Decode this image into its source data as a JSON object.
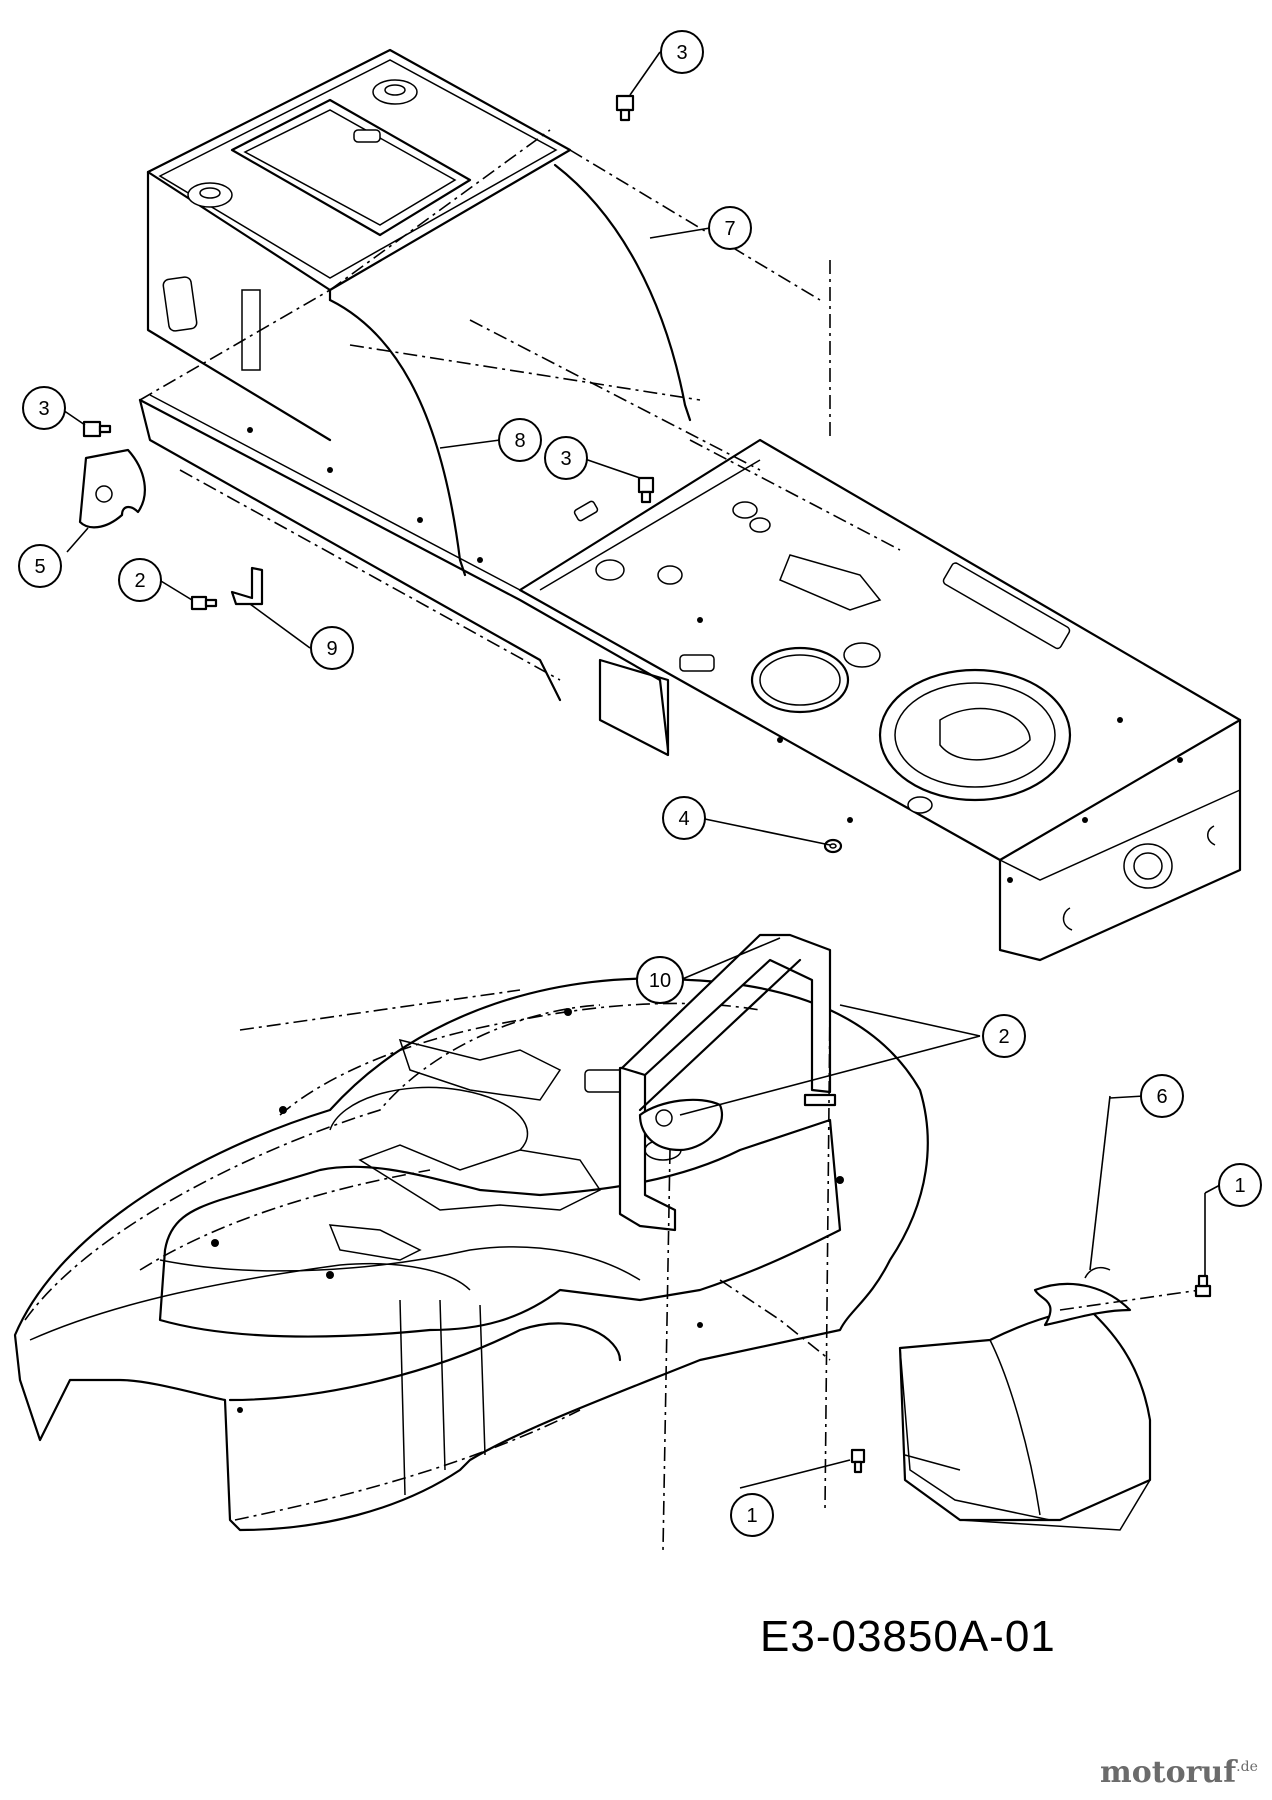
{
  "drawing_code": "E3-03850A-01",
  "watermark": {
    "name": "motoruf",
    "suffix": ".de",
    "color": "#6b6b6b"
  },
  "callouts": [
    "1",
    "1",
    "2",
    "2",
    "3",
    "3",
    "3",
    "4",
    "5",
    "6",
    "7",
    "8",
    "9",
    "10"
  ]
}
